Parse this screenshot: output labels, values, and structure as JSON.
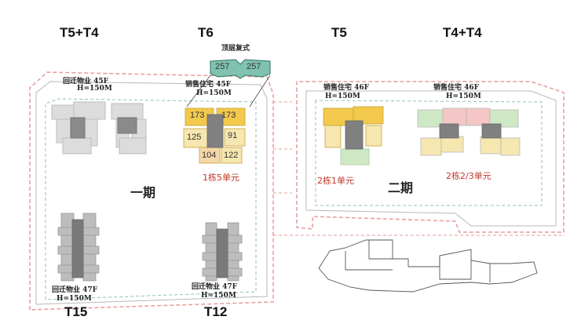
{
  "towers": {
    "t5t4_left": "T5+T4",
    "t6": "T6",
    "t5": "T5",
    "t4t4": "T4+T4",
    "t15": "T15",
    "t12": "T12"
  },
  "penthouse": {
    "label": "顶层复式",
    "unit_left": "257",
    "unit_right": "257"
  },
  "labels": {
    "hq_left_top": {
      "type": "回迁物业 45F",
      "height": "H=150M"
    },
    "sale_t6": {
      "type": "销售住宅 45F",
      "height": "H=150M"
    },
    "sale_t5": {
      "type": "销售住宅 46F",
      "height": "H=150M"
    },
    "sale_t4t4": {
      "type": "销售住宅 46F",
      "height": "H=150M"
    },
    "hq_t15": {
      "type": "回迁物业 47F",
      "height": "H=150M"
    },
    "hq_t12": {
      "type": "回迁物业 47F",
      "height": "H=150M"
    }
  },
  "t6_units": [
    "173",
    "173",
    "125",
    "91",
    "104",
    "122"
  ],
  "building_notes": {
    "b1u5": "1栋5单元",
    "b2u1": "2栋1单元",
    "b2u23": "2栋2/3单元"
  },
  "phases": {
    "phase1": "一期",
    "phase2": "二期"
  },
  "colors": {
    "yellow": "#f2c94c",
    "green_light": "#cfe8c4",
    "pink": "#f4c6c6",
    "teal": "#7fc2b0",
    "grey_dark": "#808080",
    "grey_light": "#dcdcdc",
    "red_text": "#c0392b"
  }
}
